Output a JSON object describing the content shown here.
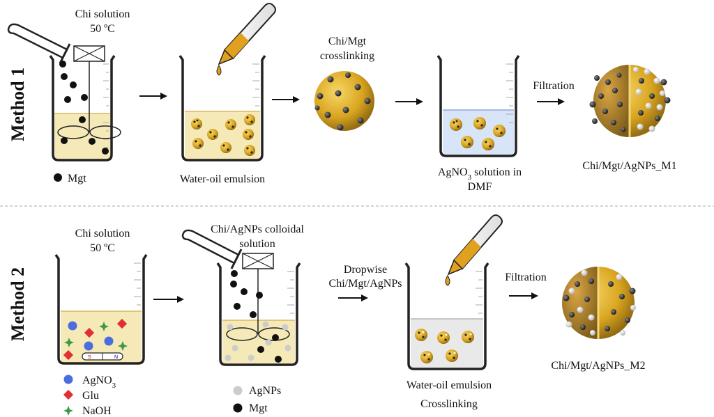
{
  "method1": {
    "title": "Method 1",
    "step1_label_line1": "Chi solution",
    "step1_label_line2": "50 ºC",
    "legend_mgt": "Mgt",
    "step2_label": "Water-oil emulsion",
    "step3_label_line1": "Chi/Mgt",
    "step3_label_line2": "crosslinking",
    "step4_label_line1": "AgNO",
    "step4_label_sub": "3",
    "step4_label_line1_rest": " solution in",
    "step4_label_line2": "DMF",
    "filtration_label": "Filtration",
    "product_label": "Chi/Mgt/AgNPs_M1"
  },
  "method2": {
    "title": "Method 2",
    "step1_label_line1": "Chi solution",
    "step1_label_line2": "50 ºC",
    "legend_agno3": "AgNO",
    "legend_agno3_sub": "3",
    "legend_glu": "Glu",
    "legend_naoh": "NaOH",
    "step2_label_line1": "Chi/AgNPs colloidal",
    "step2_label_line2": "solution",
    "legend_agnps": "AgNPs",
    "legend_mgt": "Mgt",
    "dropwise_line1": "Dropwise",
    "dropwise_line2": "Chi/Mgt/AgNPs",
    "step3_label_line1": "Water-oil emulsion",
    "step3_label_line2": "Crosslinking",
    "filtration_label": "Filtration",
    "product_label": "Chi/Mgt/AgNPs_M2"
  },
  "colors": {
    "chi_solution": "#f6e9b8",
    "agno3_dmf": "#d8e4f7",
    "emulsion_bg": "#e9e9e9",
    "particle_gold": "#d9a520",
    "mgt_black": "#111111",
    "agnp_grey": "#cccccc",
    "agno3_blue": "#4a6ee0",
    "glu_red": "#e03030",
    "naoh_green": "#3a9a4a",
    "dropper_orange": "#e0a020"
  }
}
